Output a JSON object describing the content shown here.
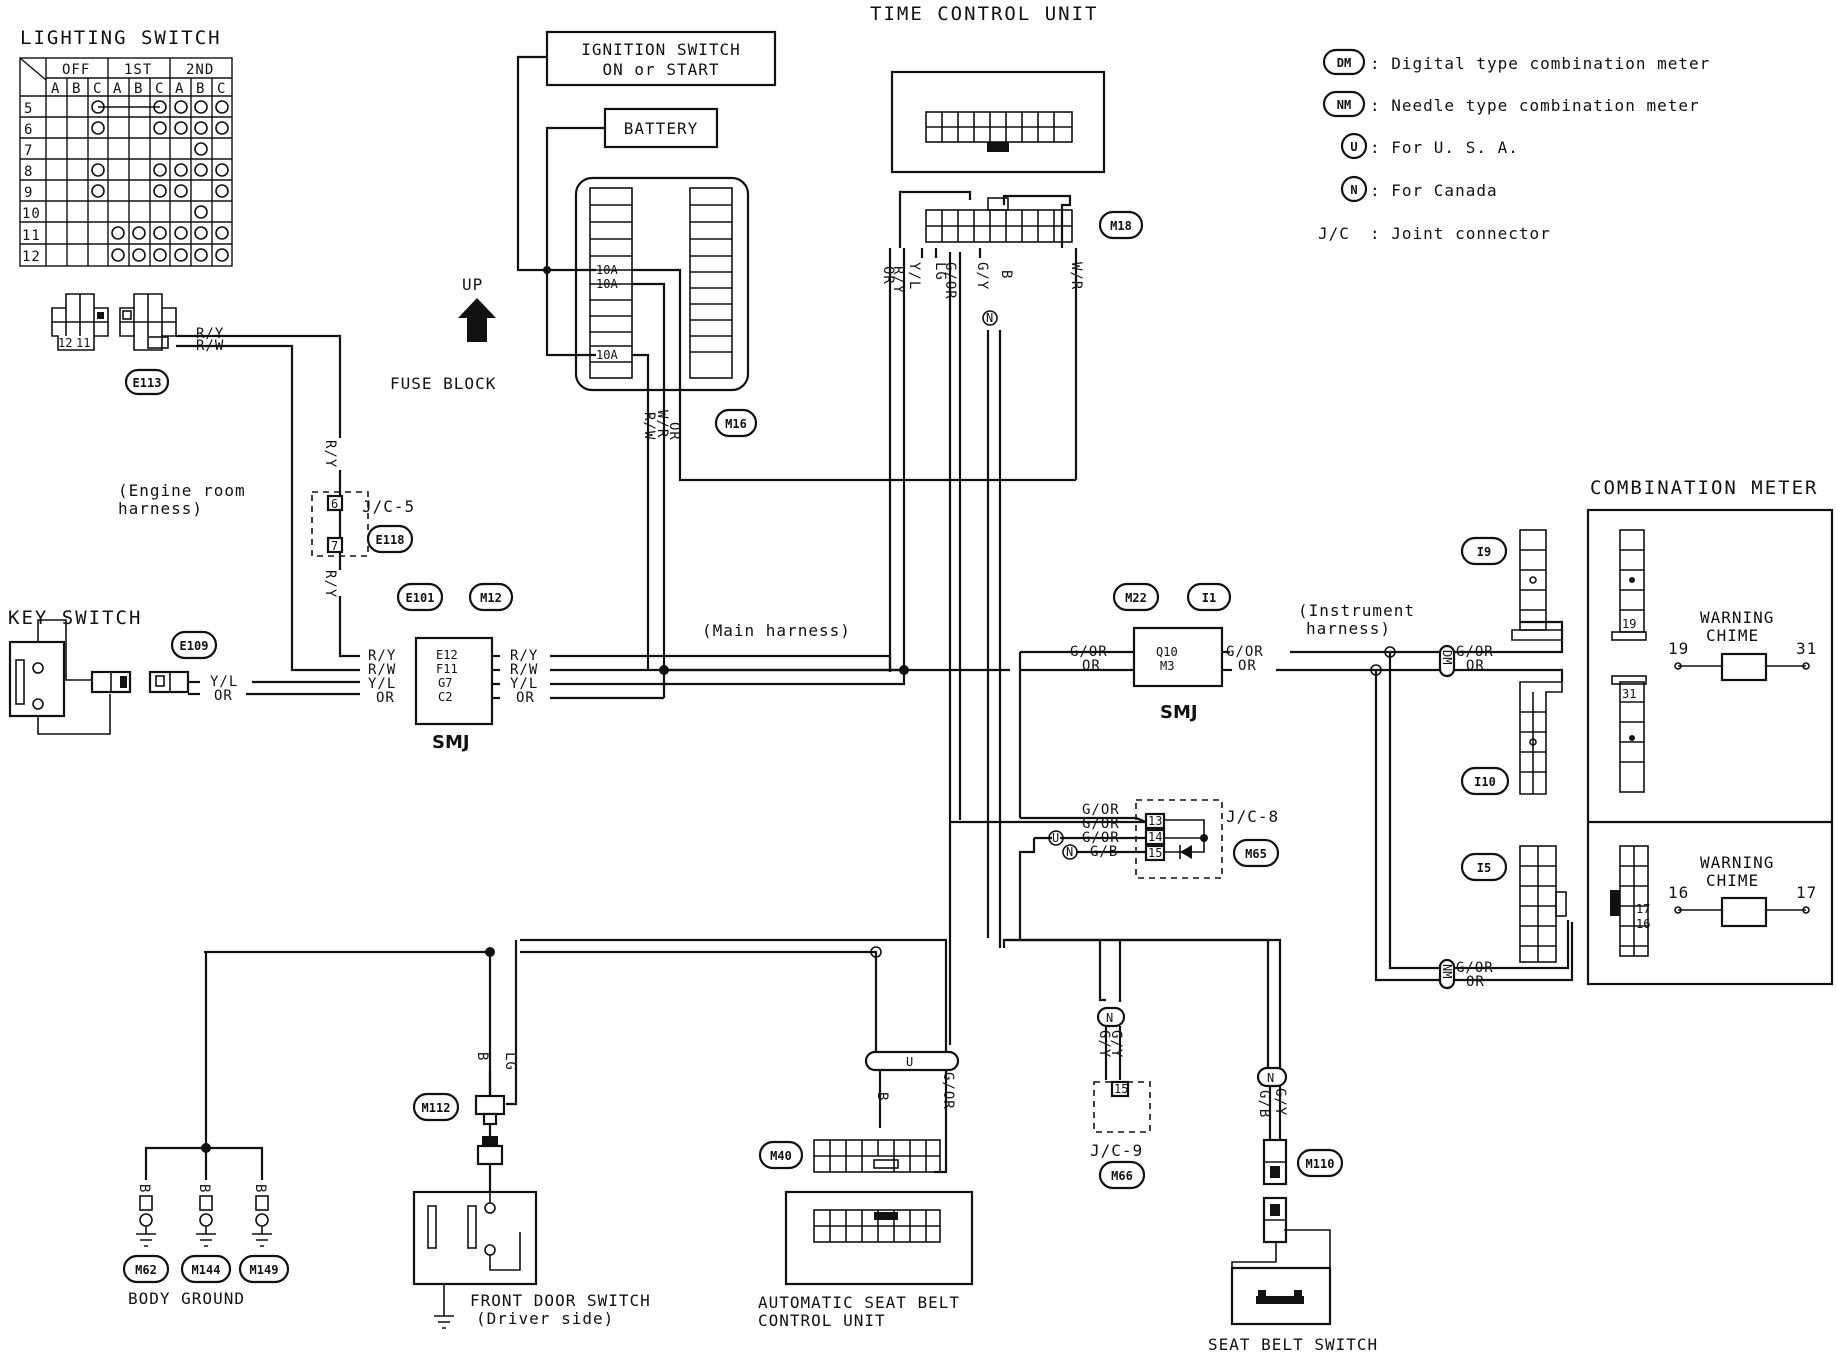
{
  "titles": {
    "lighting_switch": "LIGHTING SWITCH",
    "time_control_unit": "TIME CONTROL UNIT",
    "ignition_switch_line1": "IGNITION SWITCH",
    "ignition_switch_line2": "ON or START",
    "battery": "BATTERY",
    "fuse_block": "FUSE BLOCK",
    "up": "UP",
    "key_switch": "KEY SWITCH",
    "combination_meter": "COMBINATION METER",
    "warning_chime": "WARNING",
    "warning_chime2": "CHIME",
    "body_ground": "BODY GROUND",
    "front_door_switch": "FRONT DOOR SWITCH",
    "front_door_switch_sub": "(Driver side)",
    "seat_belt_cu1": "AUTOMATIC SEAT BELT",
    "seat_belt_cu2": "CONTROL UNIT",
    "seat_belt_switch": "SEAT BELT SWITCH",
    "engine_room1": "(Engine room",
    "engine_room2": "harness)",
    "main_harness": "(Main harness)",
    "instrument1": "(Instrument",
    "instrument2": "harness)",
    "smj": "SMJ"
  },
  "legend": [
    {
      "code": "DM",
      "text": ": Digital type combination meter"
    },
    {
      "code": "NM",
      "text": ": Needle type combination meter"
    },
    {
      "code": "U",
      "text": ": For U. S. A."
    },
    {
      "code": "N",
      "text": ": For Canada"
    },
    {
      "code": "J/C",
      "text": ": Joint connector"
    }
  ],
  "switch_table": {
    "groups": [
      "OFF",
      "1ST",
      "2ND"
    ],
    "cols": [
      "A",
      "B",
      "C",
      "A",
      "B",
      "C",
      "A",
      "B",
      "C"
    ],
    "rows": [
      "5",
      "6",
      "7",
      "8",
      "9",
      "10",
      "11",
      "12"
    ]
  },
  "connectors": {
    "E113": "E113",
    "E118": "E118",
    "E109": "E109",
    "E101": "E101",
    "M12": "M12",
    "M16": "M16",
    "M18": "M18",
    "M22": "M22",
    "I1": "I1",
    "M65": "M65",
    "M66": "M66",
    "M40": "M40",
    "M110": "M110",
    "M112": "M112",
    "M62": "M62",
    "M144": "M144",
    "M149": "M149",
    "I9": "I9",
    "I10": "I10",
    "I5": "I5"
  },
  "jc": {
    "jc5": "J/C-5",
    "jc8": "J/C-8",
    "jc9": "J/C-9"
  },
  "pins": {
    "e113_12": "12",
    "e113_11": "11",
    "jc5_6": "6",
    "jc5_7": "7",
    "e12": "E12",
    "f11": "F11",
    "g7": "G7",
    "c2": "C2",
    "q10": "Q10",
    "m3": "M3",
    "jc8_13": "13",
    "jc8_14": "14",
    "jc8_15": "15",
    "jc9_15": "15",
    "chime_19": "19",
    "chime_31": "31",
    "chime_16": "16",
    "chime_17": "17",
    "i9_pin": "19",
    "i10_pin": "31",
    "i5_pin1": "17",
    "i5_pin2": "16"
  },
  "fuses": {
    "f1": "10A",
    "f2": "10A",
    "f3": "10A"
  },
  "variants": {
    "U": "U",
    "N": "N",
    "DM": "DM",
    "NM": "NM"
  },
  "wires": {
    "RY": "R/Y",
    "RW": "R/W",
    "YL": "Y/L",
    "OR": "OR",
    "GOR": "G/OR",
    "GY": "G/Y",
    "B": "B",
    "WR": "W/R",
    "LG": "LG",
    "GB": "G/B"
  }
}
